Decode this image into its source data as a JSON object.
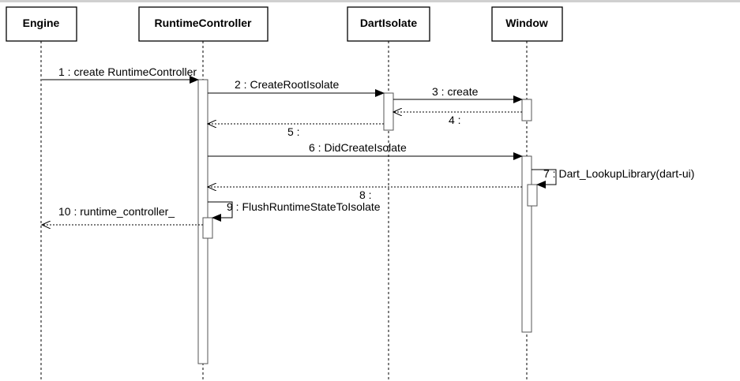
{
  "lifelines": [
    {
      "id": "engine",
      "label": "Engine"
    },
    {
      "id": "runtime_controller",
      "label": "RuntimeController"
    },
    {
      "id": "dart_isolate",
      "label": "DartIsolate"
    },
    {
      "id": "window",
      "label": "Window"
    }
  ],
  "messages": [
    {
      "id": "m1",
      "label": "1 : create RuntimeController",
      "from": "engine",
      "to": "runtime_controller",
      "kind": "sync"
    },
    {
      "id": "m2",
      "label": "2 : CreateRootIsolate",
      "from": "runtime_controller",
      "to": "dart_isolate",
      "kind": "sync"
    },
    {
      "id": "m3",
      "label": "3 : create",
      "from": "dart_isolate",
      "to": "window",
      "kind": "sync"
    },
    {
      "id": "m4",
      "label": "4 :",
      "from": "window",
      "to": "dart_isolate",
      "kind": "return"
    },
    {
      "id": "m5",
      "label": "5 :",
      "from": "dart_isolate",
      "to": "runtime_controller",
      "kind": "return"
    },
    {
      "id": "m6",
      "label": "6 : DidCreateIsolate",
      "from": "runtime_controller",
      "to": "window",
      "kind": "sync"
    },
    {
      "id": "m7",
      "label": "7 : Dart_LookupLibrary(dart-ui)",
      "from": "window",
      "to": "window",
      "kind": "self"
    },
    {
      "id": "m8",
      "label": "8 :",
      "from": "window",
      "to": "runtime_controller",
      "kind": "return"
    },
    {
      "id": "m9",
      "label": "9 : FlushRuntimeStateToIsolate",
      "from": "runtime_controller",
      "to": "runtime_controller",
      "kind": "self"
    },
    {
      "id": "m10",
      "label": "10 : runtime_controller_",
      "from": "runtime_controller",
      "to": "engine",
      "kind": "return"
    }
  ],
  "colors": {
    "line": "#000000",
    "box_stroke": "#000000",
    "box_fill": "#ffffff",
    "activation_stroke": "#555555"
  }
}
